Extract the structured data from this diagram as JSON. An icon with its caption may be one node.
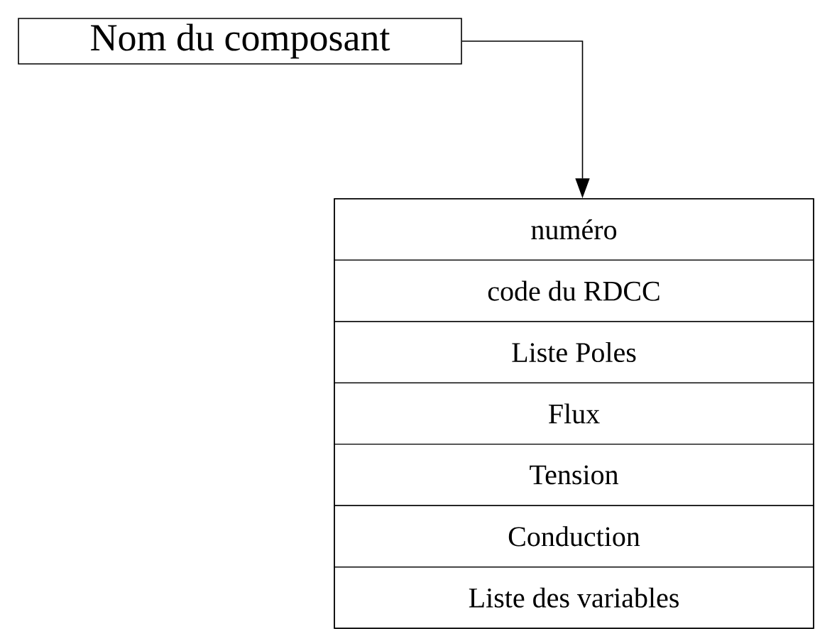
{
  "diagram": {
    "nodes": [
      {
        "text": [
          "Nom du composant"
        ]
      },
      {
        "text": [],
        "shape": "box"
      },
      {
        "text": [
          "numéro"
        ],
        "in": 1
      },
      {
        "text": [
          "code du RDCC"
        ],
        "in": 1
      },
      {
        "text": [
          "Liste Poles"
        ],
        "in": 1
      },
      {
        "text": [
          "Flux"
        ],
        "in": 1
      },
      {
        "text": [
          "Tension"
        ],
        "in": 1
      },
      {
        "text": [
          "Conduction"
        ],
        "in": 1
      },
      {
        "text": [
          "Liste des variables"
        ],
        "in": 1
      }
    ],
    "edges": [
      {
        "from": 0,
        "to": 1,
        "arrow": "to"
      }
    ]
  }
}
